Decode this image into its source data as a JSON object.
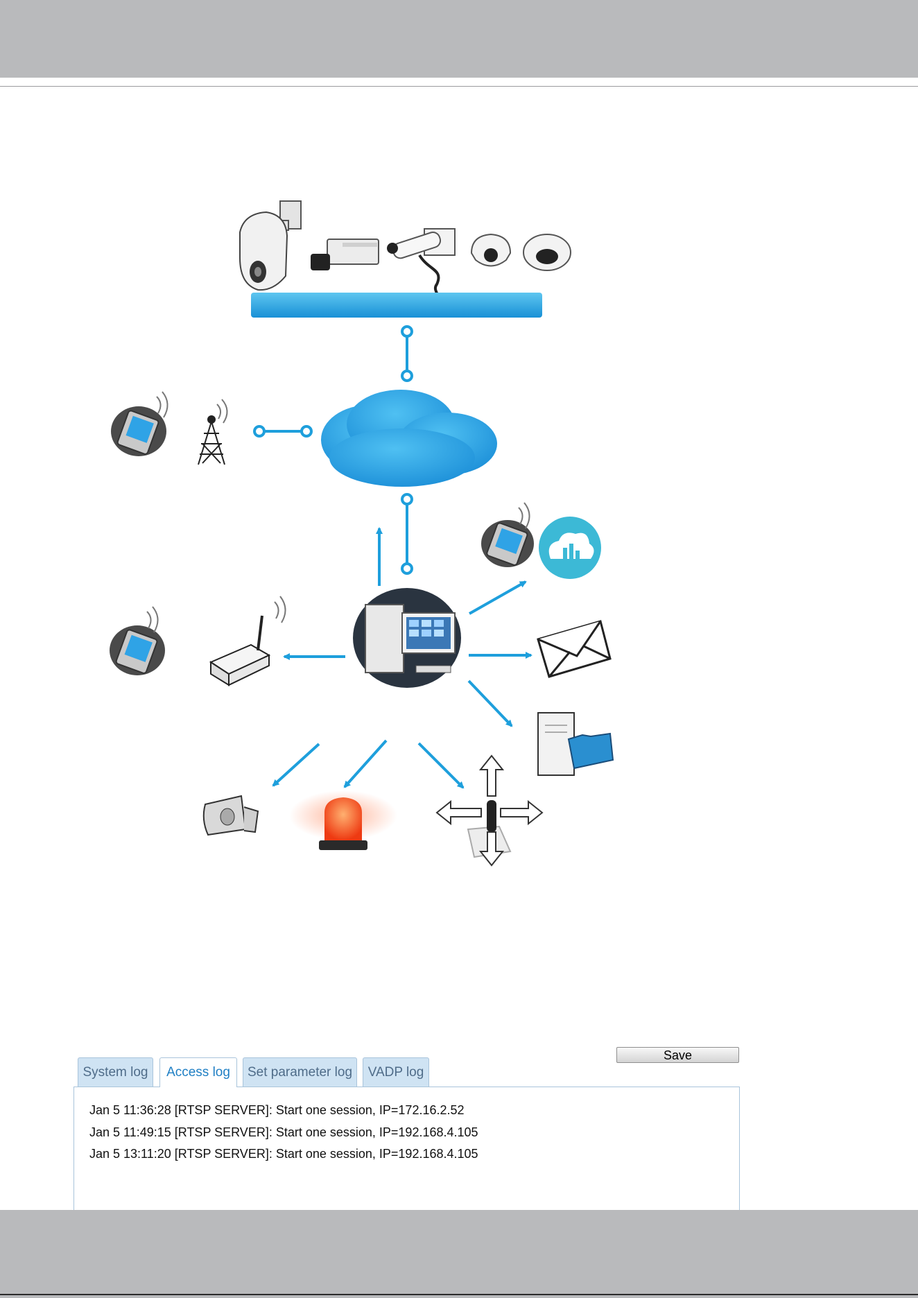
{
  "log_viewer": {
    "save_label": "Save",
    "tabs": [
      {
        "label": "System log",
        "active": false
      },
      {
        "label": "Access log",
        "active": true
      },
      {
        "label": "Set parameter log",
        "active": false
      },
      {
        "label": "VADP log",
        "active": false
      }
    ],
    "entries": [
      "Jan 5 11:36:28 [RTSP SERVER]: Start one session, IP=172.16.2.52",
      "Jan 5 11:49:15 [RTSP SERVER]: Start one session, IP=192.168.4.105",
      "Jan 5 13:11:20 [RTSP SERVER]: Start one session, IP=192.168.4.105"
    ]
  },
  "colors": {
    "header_gray": "#b9babc",
    "accent_blue": "#1e9fdc",
    "tab_background": "#cfe3f3",
    "active_tab_text": "#1f7fc4"
  },
  "diagram_icons": [
    "speed-dome-camera-icon",
    "box-camera-icon",
    "bullet-camera-icon",
    "dome-camera-icon",
    "fisheye-camera-icon",
    "network-bar-icon",
    "internet-cloud-icon",
    "cellular-tower-icon",
    "mobile-device-icon",
    "cloud-service-icon",
    "computer-icon",
    "gsm-modem-icon",
    "envelope-icon",
    "server-folder-icon",
    "siren-speaker-icon",
    "alarm-light-icon",
    "ptz-joystick-icon"
  ]
}
